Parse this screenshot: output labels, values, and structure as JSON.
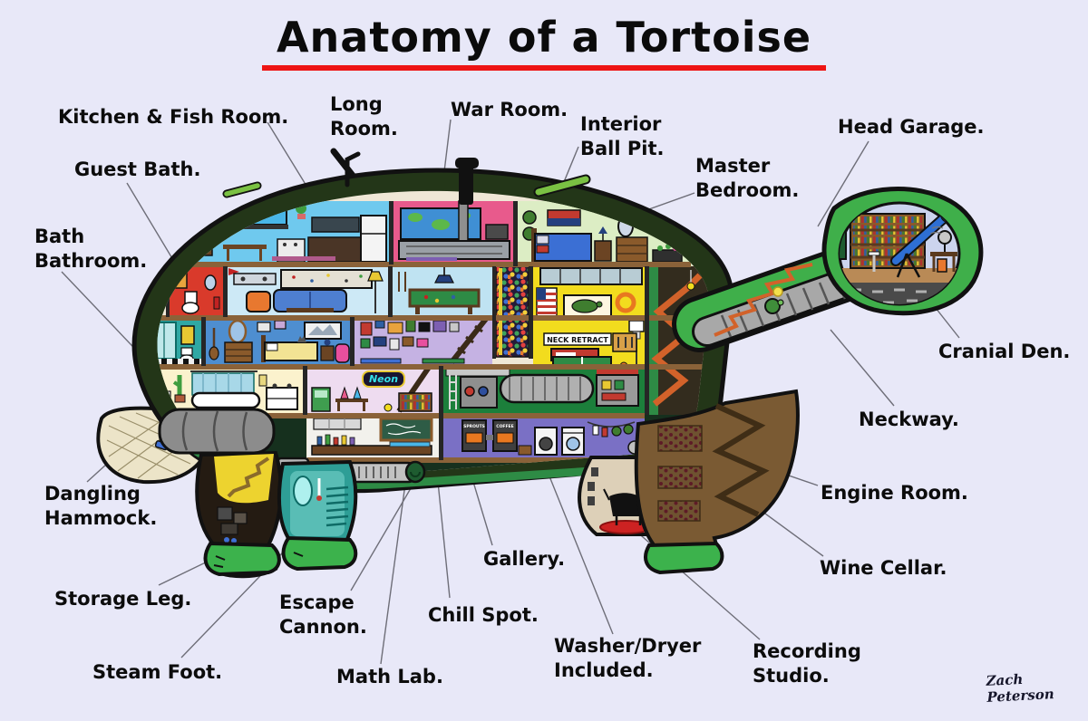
{
  "title": "Anatomy of a Tortoise",
  "signature": "Zach Peterson",
  "colors": {
    "background": "#e8e8f8",
    "title_underline": "#ee1414",
    "shell_dark": "#233618",
    "skin_green": "#3faf4a",
    "foot_green": "#3cb24c",
    "leader_line": "#6e6e78"
  },
  "labels": [
    {
      "id": "kitchen-fish-room",
      "lines": [
        "Kitchen & Fish Room."
      ]
    },
    {
      "id": "guest-bath",
      "lines": [
        "Guest Bath."
      ]
    },
    {
      "id": "bath-bathroom",
      "lines": [
        "Bath",
        "Bathroom."
      ]
    },
    {
      "id": "long-room",
      "lines": [
        "Long",
        "Room."
      ]
    },
    {
      "id": "war-room",
      "lines": [
        "War Room."
      ]
    },
    {
      "id": "interior-ball-pit",
      "lines": [
        "Interior",
        "Ball Pit."
      ]
    },
    {
      "id": "master-bedroom",
      "lines": [
        "Master",
        "Bedroom."
      ]
    },
    {
      "id": "head-garage",
      "lines": [
        "Head Garage."
      ]
    },
    {
      "id": "cranial-den",
      "lines": [
        "Cranial Den."
      ]
    },
    {
      "id": "neckway",
      "lines": [
        "Neckway."
      ]
    },
    {
      "id": "engine-room",
      "lines": [
        "Engine Room."
      ]
    },
    {
      "id": "wine-cellar",
      "lines": [
        "Wine Cellar."
      ]
    },
    {
      "id": "recording-studio",
      "lines": [
        "Recording",
        "Studio."
      ]
    },
    {
      "id": "washer-dryer",
      "lines": [
        "Washer/Dryer",
        "Included."
      ]
    },
    {
      "id": "gallery",
      "lines": [
        "Gallery."
      ]
    },
    {
      "id": "chill-spot",
      "lines": [
        "Chill Spot."
      ]
    },
    {
      "id": "math-lab",
      "lines": [
        "Math Lab."
      ]
    },
    {
      "id": "escape-cannon",
      "lines": [
        "Escape",
        "Cannon."
      ]
    },
    {
      "id": "steam-foot",
      "lines": [
        "Steam Foot."
      ]
    },
    {
      "id": "storage-leg",
      "lines": [
        "Storage Leg."
      ]
    },
    {
      "id": "dangling-hammock",
      "lines": [
        "Dangling",
        "Hammock."
      ]
    }
  ],
  "signs": {
    "neck_retract": "NECK RETRACT",
    "neon": "Neon",
    "sprouts": "SPROUTS",
    "coffee": "COFFEE"
  }
}
